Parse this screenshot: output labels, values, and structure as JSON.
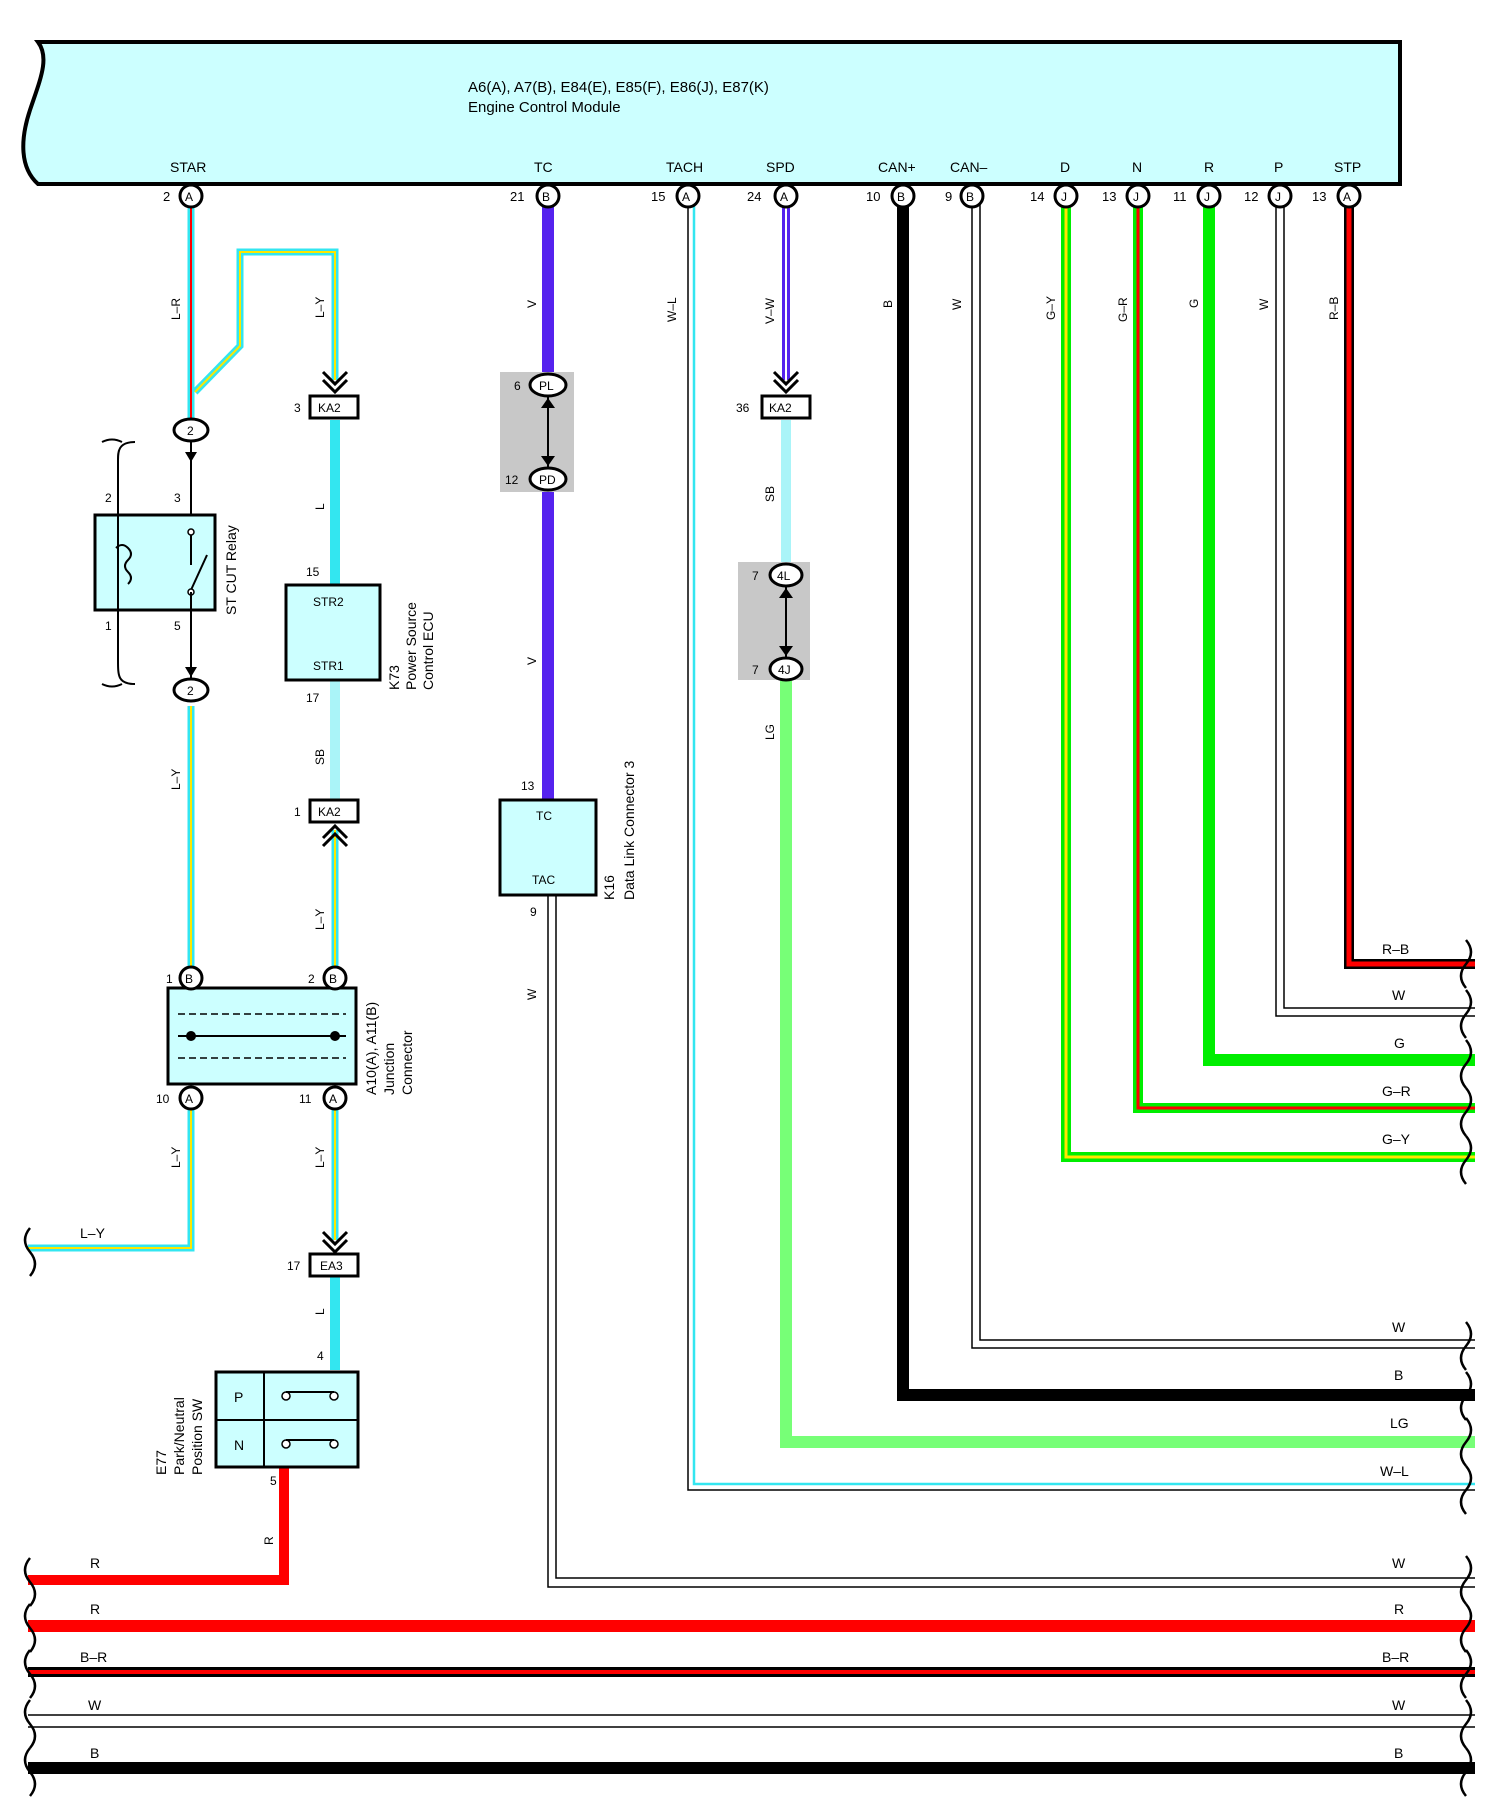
{
  "ecm": {
    "connectors": "A6(A), A7(B), E84(E), E85(F), E86(J), E87(K)",
    "name": "Engine Control Module",
    "terminals": [
      {
        "label": "STAR",
        "pin": "2",
        "conn": "A"
      },
      {
        "label": "TC",
        "pin": "21",
        "conn": "B"
      },
      {
        "label": "TACH",
        "pin": "15",
        "conn": "A"
      },
      {
        "label": "SPD",
        "pin": "24",
        "conn": "A"
      },
      {
        "label": "CAN+",
        "pin": "10",
        "conn": "B"
      },
      {
        "label": "CAN–",
        "pin": "9",
        "conn": "B"
      },
      {
        "label": "D",
        "pin": "14",
        "conn": "J"
      },
      {
        "label": "N",
        "pin": "13",
        "conn": "J"
      },
      {
        "label": "R",
        "pin": "11",
        "conn": "J"
      },
      {
        "label": "P",
        "pin": "12",
        "conn": "J"
      },
      {
        "label": "STP",
        "pin": "13",
        "conn": "A"
      }
    ]
  },
  "wire_labels": {
    "star": "L–R",
    "star_alt": "L–Y",
    "tc": "V",
    "tach": "W–L",
    "spd": "V–W",
    "can_p": "B",
    "can_m": "W",
    "d": "G–Y",
    "n": "G–R",
    "r": "G",
    "p": "W",
    "stp": "R–B",
    "ka2_l": "L",
    "sb": "SB",
    "ly": "L–Y",
    "ly2": "L–Y",
    "ly3": "L–Y",
    "ly4": "L–Y",
    "spd_sb": "SB",
    "lg": "LG",
    "tc_v2": "V",
    "tac_w": "W",
    "ea3_l": "L",
    "pn_r": "R"
  },
  "relay": {
    "name": "ST CUT Relay",
    "pin_tl": "2",
    "pin_tr": "3",
    "pin_bl": "1",
    "pin_br": "5",
    "conn_top": "2",
    "conn_bot": "2"
  },
  "ka2_upper": {
    "name": "KA2",
    "pin": "3"
  },
  "ka2_lower": {
    "name": "KA2",
    "pin": "1"
  },
  "ka2_spd": {
    "name": "KA2",
    "pin": "36"
  },
  "ecu": {
    "id": "K73",
    "name": "Power Source",
    "name2": "Control ECU",
    "t1": "STR2",
    "t2": "STR1",
    "pin_top": "15",
    "pin_bot": "17"
  },
  "pl": {
    "name": "PL",
    "pin": "6"
  },
  "pd": {
    "name": "PD",
    "pin": "12"
  },
  "c4l": {
    "name": "4L",
    "pin": "7"
  },
  "c4j": {
    "name": "4J",
    "pin": "7"
  },
  "dlc": {
    "id": "K16",
    "name": "Data Link Connector 3",
    "t1": "TC",
    "t2": "TAC",
    "pin_top": "13",
    "pin_bot": "9"
  },
  "junction": {
    "id": "A10(A), A11(B)",
    "name": "Junction",
    "name2": "Connector",
    "p1": "1",
    "p1c": "B",
    "p2": "2",
    "p2c": "B",
    "p3": "10",
    "p3c": "A",
    "p4": "11",
    "p4c": "A"
  },
  "ea3": {
    "name": "EA3",
    "pin": "17"
  },
  "pn_sw": {
    "id": "E77",
    "name": "Park/Neutral",
    "name2": "Position SW",
    "t1": "P",
    "t2": "N",
    "pin_top": "4",
    "pin_bot": "5"
  },
  "right_labels": [
    "R–B",
    "W",
    "G",
    "G–R",
    "G–Y",
    "W",
    "B",
    "LG",
    "W–L"
  ],
  "left_ly": "L–Y",
  "bottom_buses": [
    {
      "left": "R",
      "right": "W"
    },
    {
      "left": "R",
      "right": "R"
    },
    {
      "left": "B–R",
      "right": "B–R"
    },
    {
      "left": "W",
      "right": "W"
    },
    {
      "left": "B",
      "right": "B"
    }
  ],
  "colors": {
    "ecm_fill": "#ccffff",
    "cyan": "#33e6f0",
    "yellow": "#ffe600",
    "red": "#ff0000",
    "violet": "#5522ee",
    "green": "#00ee00",
    "lightgreen": "#77ff77",
    "gray_box": "#c8c8c8"
  }
}
